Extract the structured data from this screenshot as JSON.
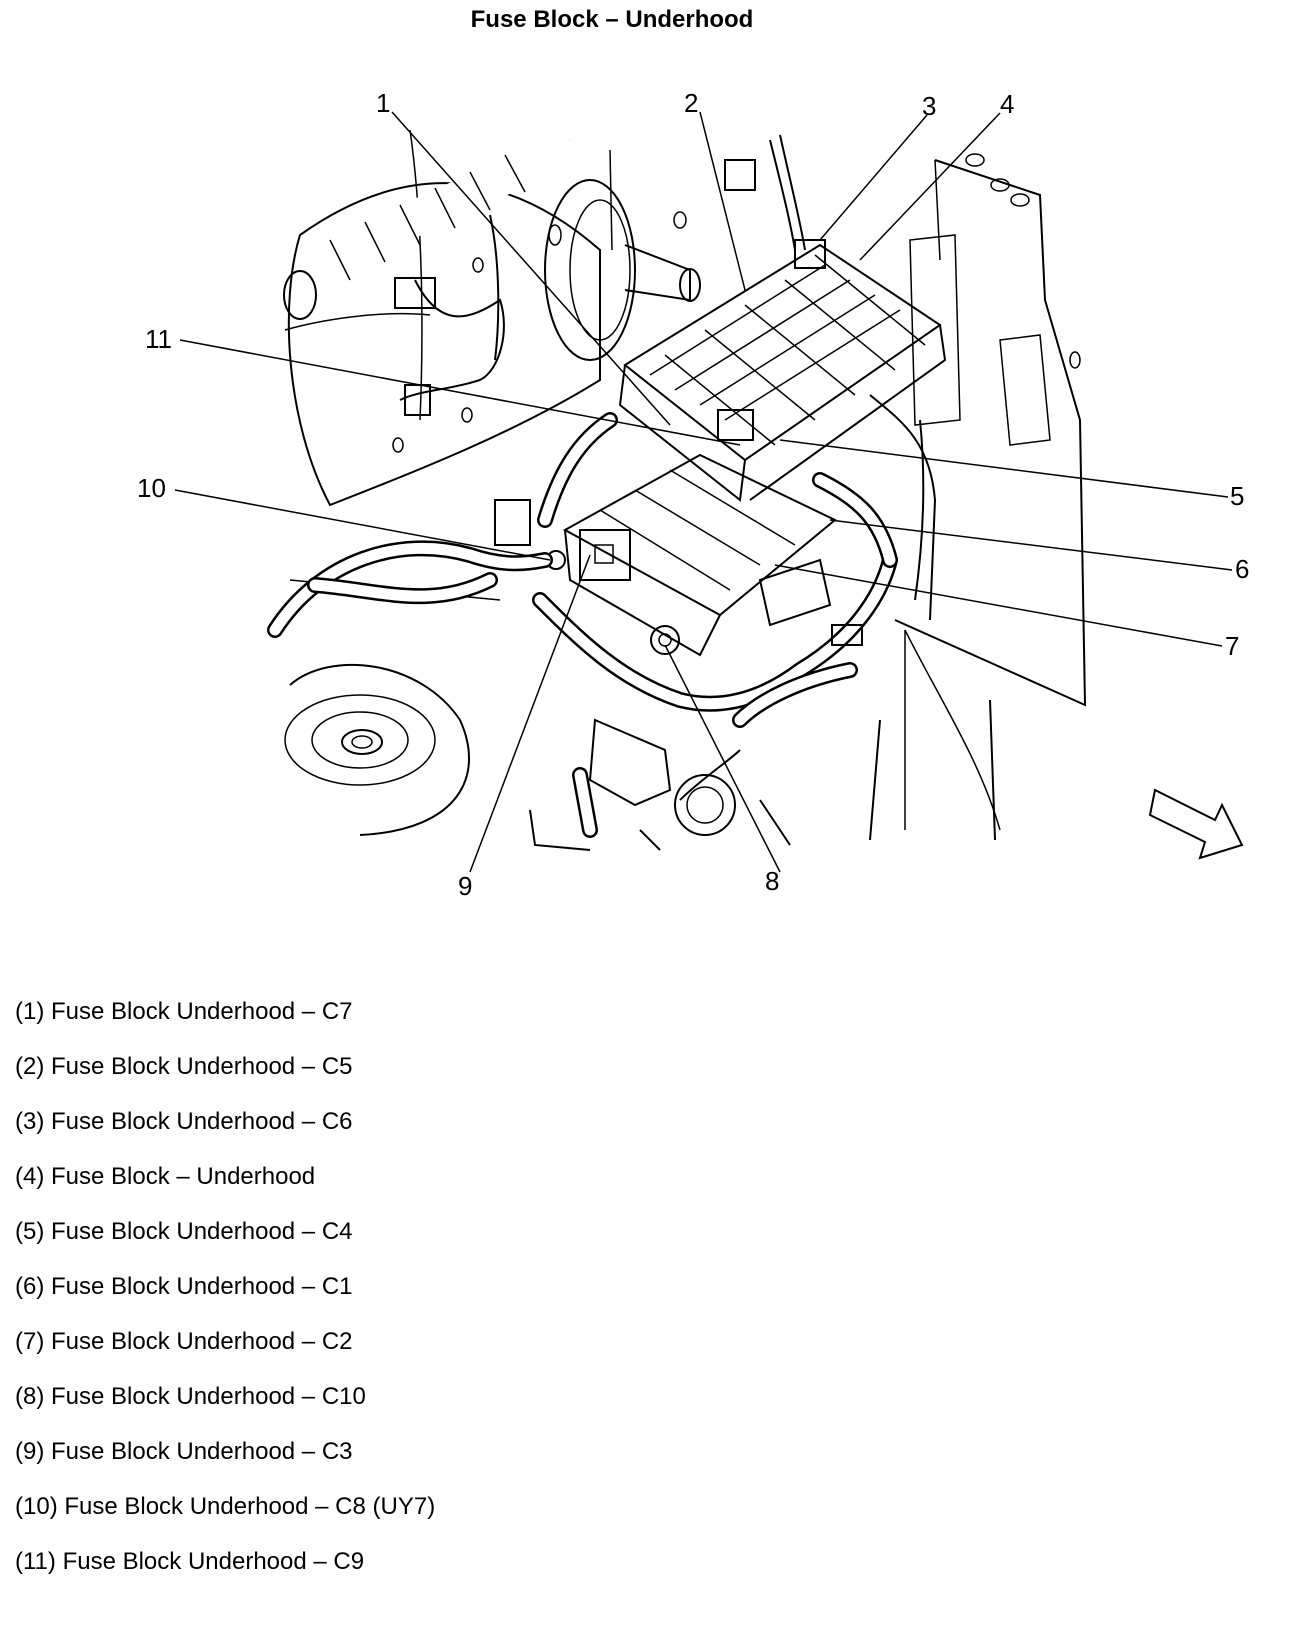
{
  "title": "Fuse Block – Underhood",
  "callouts": [
    "1",
    "2",
    "3",
    "4",
    "5",
    "6",
    "7",
    "8",
    "9",
    "10",
    "11"
  ],
  "legend": [
    "(1) Fuse Block Underhood – C7",
    "(2) Fuse Block Underhood – C5",
    "(3) Fuse Block Underhood – C6",
    "(4) Fuse Block – Underhood",
    "(5) Fuse Block Underhood – C4",
    "(6) Fuse Block Underhood – C1",
    "(7) Fuse Block Underhood – C2",
    "(8) Fuse Block Underhood – C10",
    "(9) Fuse Block Underhood – C3",
    "(10) Fuse Block Underhood – C8 (UY7)",
    "(11) Fuse Block Underhood – C9"
  ]
}
